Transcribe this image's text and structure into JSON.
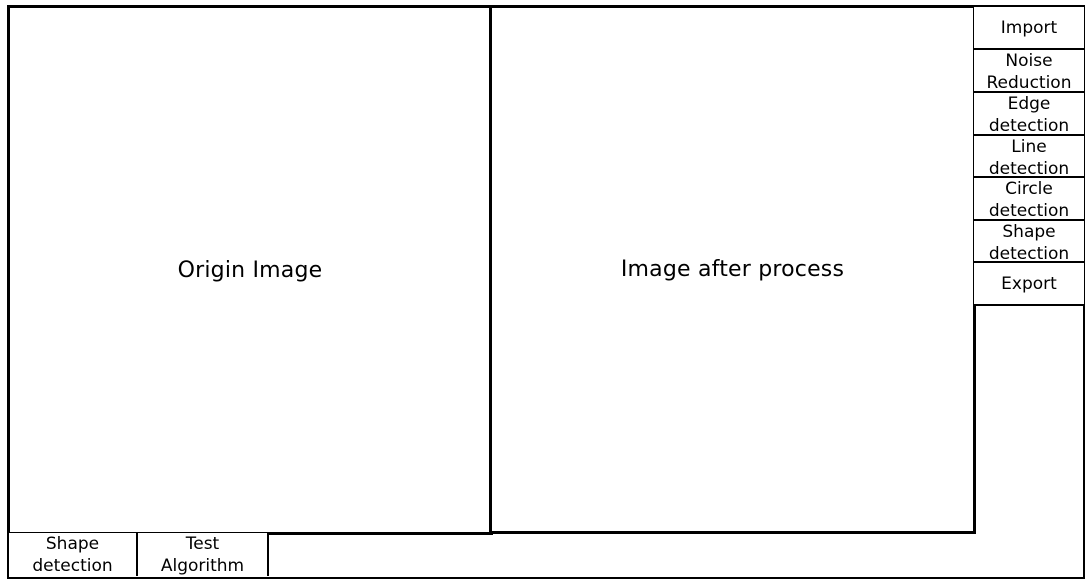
{
  "panels": {
    "origin_label": "Origin Image",
    "processed_label": "Image after process"
  },
  "sidebar": {
    "items": [
      {
        "label": "Import"
      },
      {
        "label": "Noise Reduction"
      },
      {
        "label": "Edge detection"
      },
      {
        "label": "Line detection"
      },
      {
        "label": "Circle detection"
      },
      {
        "label": "Shape detection"
      },
      {
        "label": "Export"
      }
    ]
  },
  "bottom_bar": {
    "items": [
      {
        "label": "Shape detection"
      },
      {
        "label": "Test Algorithm"
      }
    ]
  }
}
